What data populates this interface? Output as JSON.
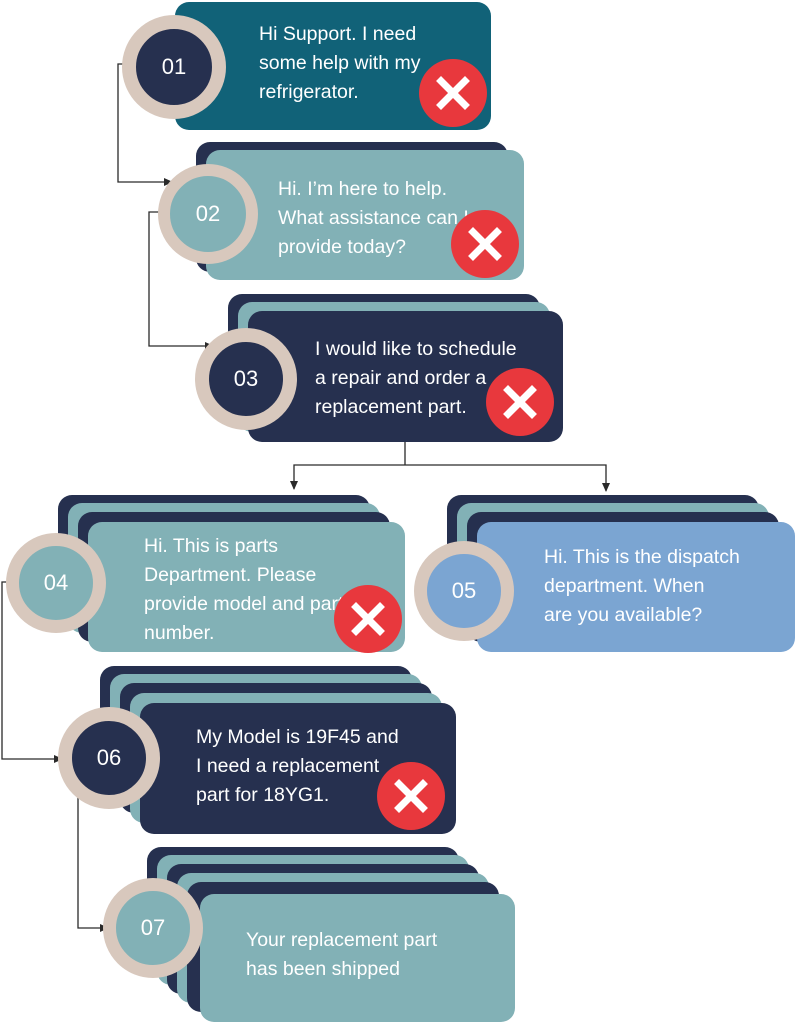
{
  "colors": {
    "step1": "#116278",
    "dark_navy": "#26304f",
    "teal_light": "#82b1b6",
    "blue_light": "#7ba5d2",
    "badge_ring": "#d8c8bd",
    "x_red": "#e8383d",
    "connector": "#2a2a2a"
  },
  "steps": [
    {
      "number": "01",
      "text": "Hi Support. I need\nsome help with my\nrefrigerator.",
      "rejected": true,
      "icon": "x-icon"
    },
    {
      "number": "02",
      "text": "Hi.  I’m here to help.\nWhat assistance can I\nprovide today?",
      "rejected": true,
      "icon": "x-icon"
    },
    {
      "number": "03",
      "text": "I would like to schedule\na repair and order a\nreplacement part.",
      "rejected": true,
      "icon": "x-icon"
    },
    {
      "number": "04",
      "text": "Hi.  This is parts\nDepartment.  Please\nprovide model and part\nnumber.",
      "rejected": true,
      "icon": "x-icon"
    },
    {
      "number": "05",
      "text": "Hi. This is the dispatch\ndepartment.  When\nare you available?",
      "rejected": false
    },
    {
      "number": "06",
      "text": "My Model is 19F45 and\nI need a replacement\npart for 18YG1.",
      "rejected": true,
      "icon": "x-icon"
    },
    {
      "number": "07",
      "text": "Your replacement part\nhas been shipped",
      "rejected": false
    }
  ]
}
